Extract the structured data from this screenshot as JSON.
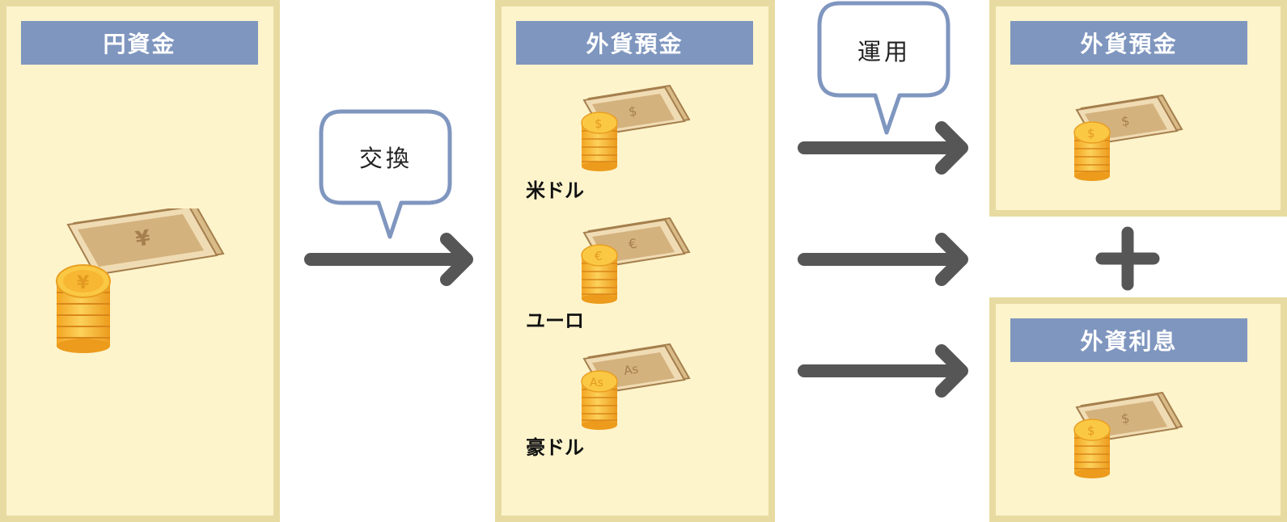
{
  "panels": {
    "yen": {
      "title": "円資金",
      "symbol": "¥"
    },
    "foreign_deposit": {
      "title": "外貨預金",
      "currencies": [
        {
          "label": "米ドル",
          "symbol": "$"
        },
        {
          "label": "ユーロ",
          "symbol": "€"
        },
        {
          "label": "豪ドル",
          "symbol": "As"
        }
      ]
    },
    "result_deposit": {
      "title": "外貨預金",
      "symbol": "$"
    },
    "result_interest": {
      "title": "外資利息",
      "symbol": "$"
    }
  },
  "bubbles": {
    "exchange": "交換",
    "invest": "運用"
  },
  "plus_sign": "+",
  "colors": {
    "panel_fill": "#fdf4cc",
    "panel_border": "#e7dba1",
    "header_fill": "#7f96bf",
    "arrow": "#565656",
    "bubble_border": "#7f96bf",
    "coin": "#f6b431",
    "bill": "#d4b27e"
  }
}
